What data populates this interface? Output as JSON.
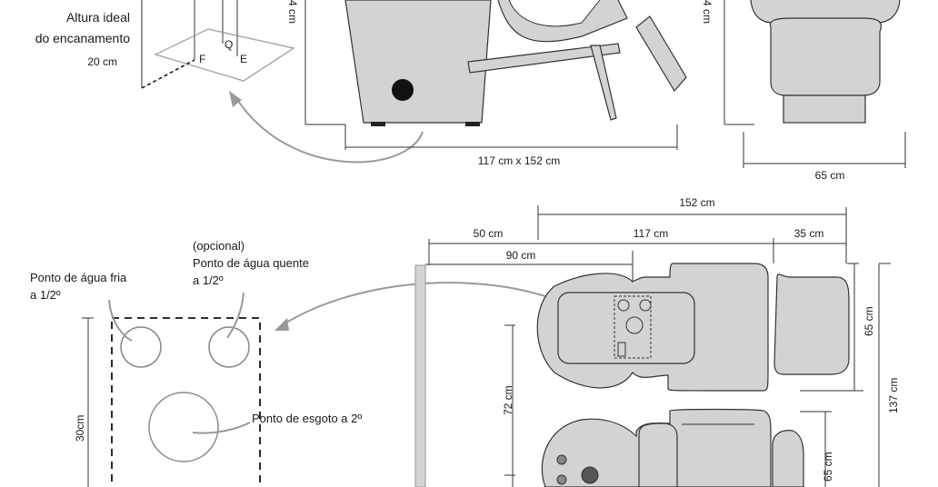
{
  "side_view": {
    "pipe_height_label": [
      "Altura ideal",
      "do encanamento"
    ],
    "pipe_height_value": "20 cm",
    "pipe_letters": [
      "F",
      "Q",
      "E"
    ],
    "height_partial_left": "4 cm",
    "height_partial_right": "4 cm",
    "depth_label": "117 cm x 152 cm",
    "width_label": "65 cm"
  },
  "plumbing_detail": {
    "cold_water": [
      "Ponto de água fria",
      "a 1/2º"
    ],
    "hot_water": [
      "(opcional)",
      "Ponto de água quente",
      "a 1/2º"
    ],
    "drain": "Ponto de esgoto a 2º",
    "height": "30cm"
  },
  "plan_view": {
    "total_length": "152 cm",
    "wall_gap": "50 cm",
    "chair_length": "117 cm",
    "footrest": "35 cm",
    "pipe_offset": "90 cm",
    "chair_width": "65 cm",
    "total_width": "137 cm",
    "spacing": "72 cm",
    "second_width": "65 cm"
  }
}
